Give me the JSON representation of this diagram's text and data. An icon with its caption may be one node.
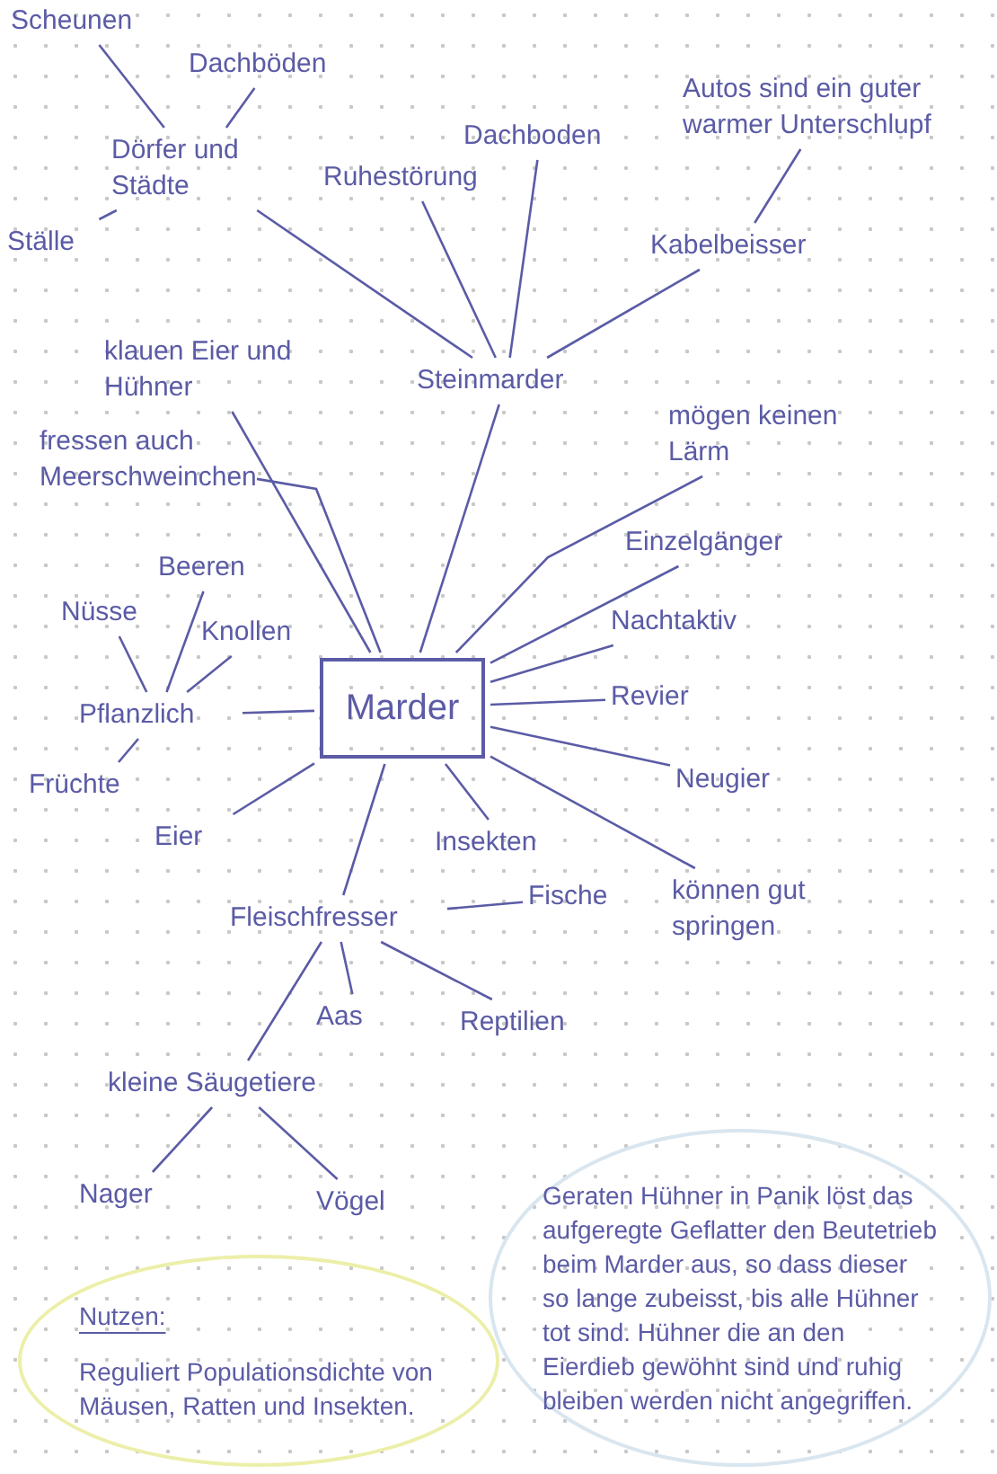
{
  "diagram": {
    "nodes": [
      {
        "text": [
          "Scheunen"
        ]
      },
      {
        "text": [
          "Dachböden"
        ]
      },
      {
        "text": [
          "Dörfer und Städte"
        ]
      },
      {
        "text": [
          "Ställe"
        ]
      },
      {
        "text": [
          "Dachboden"
        ]
      },
      {
        "text": [
          "Autos sind ein guter warmer Unterschlupf"
        ]
      },
      {
        "text": [
          "Ruhestörung"
        ]
      },
      {
        "text": [
          "Kabelbeisser"
        ]
      },
      {
        "text": [
          "klauen Eier und Hühner"
        ]
      },
      {
        "text": [
          "Steinmarder"
        ]
      },
      {
        "text": [
          "mögen keinen Lärm"
        ]
      },
      {
        "text": [
          "fressen auch Meerschweinchen"
        ]
      },
      {
        "text": [
          "Einzelgänger"
        ]
      },
      {
        "text": [
          "Beeren"
        ]
      },
      {
        "text": [
          "Nüsse"
        ]
      },
      {
        "text": [
          "Knollen"
        ]
      },
      {
        "text": [
          "Marder"
        ]
      },
      {
        "text": [
          "Nachtaktiv"
        ]
      },
      {
        "text": [
          "Revier"
        ]
      },
      {
        "text": [
          "Pflanzlich"
        ]
      },
      {
        "text": [
          "Früchte"
        ]
      },
      {
        "text": [
          "Neugier"
        ]
      },
      {
        "text": [
          "Eier"
        ]
      },
      {
        "text": [
          "Insekten"
        ]
      },
      {
        "text": [
          "Fische"
        ]
      },
      {
        "text": [
          "können gut springen"
        ]
      },
      {
        "text": [
          "Fleischfresser"
        ]
      },
      {
        "text": [
          "Aas"
        ]
      },
      {
        "text": [
          "Reptilien"
        ]
      },
      {
        "text": [
          "kleine Säugetiere"
        ]
      },
      {
        "text": [
          "Nager"
        ]
      },
      {
        "text": [
          "Vögel"
        ]
      },
      {
        "text": [
          "Geraten Hühner in Panik löst das aufgeregte Geflatter den Beutetrieb beim Marder aus, so dass dieser so lange zubeisst, bis alle Hühner tot sind. Hühner die an den Eierdieb gewöhnt sind und ruhig bleiben werden nicht angegriffen."
        ]
      },
      {
        "text": [
          "Nutzen:",
          "Reguliert Populationsdichte von Mäusen, Ratten und Insekten."
        ]
      }
    ],
    "edges": [
      {
        "from": 0,
        "to": 2,
        "arrow": "none"
      },
      {
        "from": 1,
        "to": 2,
        "arrow": "none"
      },
      {
        "from": 3,
        "to": 2,
        "arrow": "none"
      },
      {
        "from": 2,
        "to": 9,
        "arrow": "none"
      },
      {
        "from": 4,
        "to": 9,
        "arrow": "none"
      },
      {
        "from": 6,
        "to": 9,
        "arrow": "none"
      },
      {
        "from": 5,
        "to": 7,
        "arrow": "none"
      },
      {
        "from": 7,
        "to": 9,
        "arrow": "none"
      },
      {
        "from": 9,
        "to": 16,
        "arrow": "none"
      },
      {
        "from": 8,
        "to": 16,
        "arrow": "none"
      },
      {
        "from": 11,
        "to": 16,
        "arrow": "none"
      },
      {
        "from": 10,
        "to": 16,
        "arrow": "none"
      },
      {
        "from": 12,
        "to": 16,
        "arrow": "none"
      },
      {
        "from": 17,
        "to": 16,
        "arrow": "none"
      },
      {
        "from": 18,
        "to": 16,
        "arrow": "none"
      },
      {
        "from": 21,
        "to": 16,
        "arrow": "none"
      },
      {
        "from": 25,
        "to": 16,
        "arrow": "none"
      },
      {
        "from": 19,
        "to": 16,
        "arrow": "none"
      },
      {
        "from": 14,
        "to": 19,
        "arrow": "none"
      },
      {
        "from": 13,
        "to": 19,
        "arrow": "none"
      },
      {
        "from": 15,
        "to": 19,
        "arrow": "none"
      },
      {
        "from": 20,
        "to": 19,
        "arrow": "none"
      },
      {
        "from": 22,
        "to": 16,
        "arrow": "none"
      },
      {
        "from": 23,
        "to": 16,
        "arrow": "none"
      },
      {
        "from": 26,
        "to": 16,
        "arrow": "none"
      },
      {
        "from": 24,
        "to": 26,
        "arrow": "none"
      },
      {
        "from": 27,
        "to": 26,
        "arrow": "none"
      },
      {
        "from": 28,
        "to": 26,
        "arrow": "none"
      },
      {
        "from": 29,
        "to": 26,
        "arrow": "none"
      },
      {
        "from": 30,
        "to": 29,
        "arrow": "none"
      },
      {
        "from": 31,
        "to": 29,
        "arrow": "none"
      }
    ]
  }
}
